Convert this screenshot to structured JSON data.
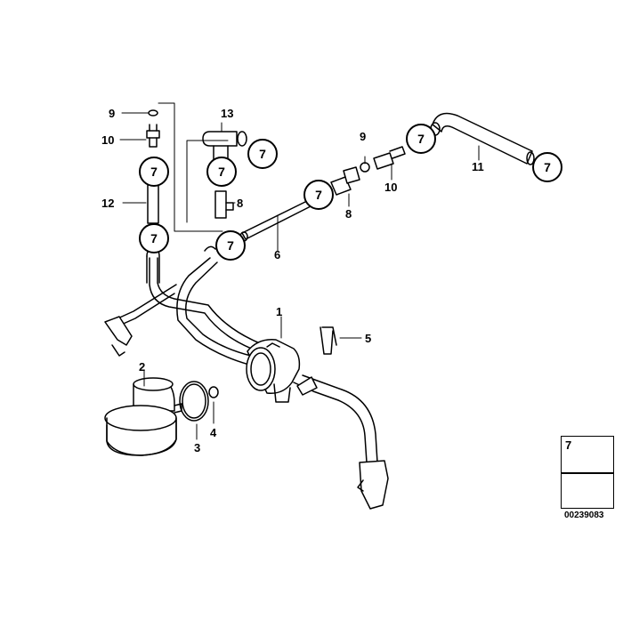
{
  "diagram_id": "00239083",
  "callouts": {
    "p1": "1",
    "p2": "2",
    "p3": "3",
    "p4": "4",
    "p5": "5",
    "p6": "6",
    "p7": "7",
    "p8": "8",
    "p9": "9",
    "p10": "10",
    "p11": "11",
    "p12": "12",
    "p13": "13"
  },
  "legend": {
    "part": "7"
  }
}
